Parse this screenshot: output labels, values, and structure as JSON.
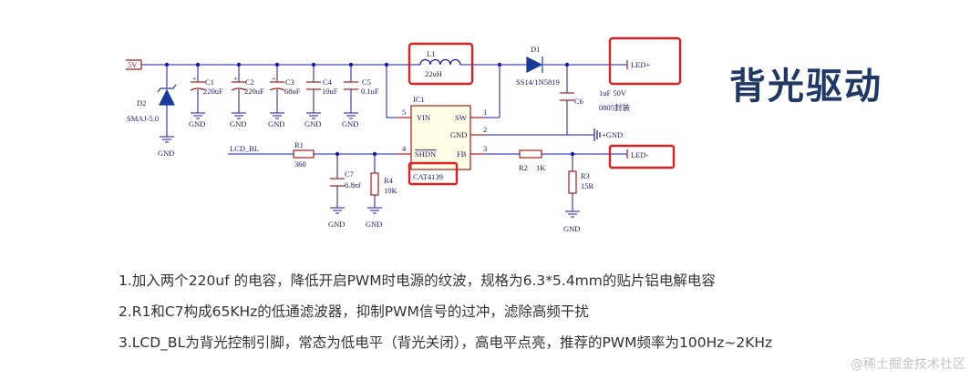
{
  "title": "背光驱动",
  "notes": [
    "1.加入两个220uf 的电容，降低开启PWM时电源的纹波，规格为6.3*5.4mm的贴片铝电解电容",
    "2.R1和C7构成65KHz的低通滤波器，抑制PWM信号的过冲，滤除高频干扰",
    "3.LCD_BL为背光控制引脚，常态为低电平（背光关闭），高电平点亮，推荐的PWM频率为100Hz~2KHz"
  ],
  "watermark": "@稀土掘金技术社区",
  "schematic": {
    "net_5v": "5V",
    "gnd": "GND",
    "d2": {
      "ref": "D2",
      "value": "SMAJ-5.0"
    },
    "c1": {
      "ref": "C1",
      "value": "220uF"
    },
    "c2": {
      "ref": "C2",
      "value": "220uF"
    },
    "c3": {
      "ref": "C3",
      "value": "68uF"
    },
    "c4": {
      "ref": "C4",
      "value": "10uF"
    },
    "c5": {
      "ref": "C5",
      "value": "0.1uF"
    },
    "l1": {
      "ref": "L1",
      "value": "22uH"
    },
    "d1": {
      "ref": "D1",
      "value": "SS14/1N5819"
    },
    "c6": {
      "ref": "C6",
      "value": "1uF 50V",
      "note": "0805封装"
    },
    "led_plus": "LED+",
    "led_minus": "LED-",
    "plus_gnd": "+GND",
    "ic1": {
      "ref": "IC1",
      "part": "CAT4139",
      "pins": {
        "vin": "VIN",
        "sw": "SW",
        "gnd": "GND",
        "shdn": "SHDN",
        "fb": "FB"
      },
      "pin_numbers": {
        "vin": "5",
        "sw": "1",
        "gnd": "2",
        "shdn": "4",
        "fb": "3"
      }
    },
    "lcd_bl": "LCD_BL",
    "r1": {
      "ref": "R1",
      "value": "360"
    },
    "c7": {
      "ref": "C7",
      "value": "6.8nf"
    },
    "r4": {
      "ref": "R4",
      "value": "10K"
    },
    "r2": {
      "ref": "R2",
      "value": "1K"
    },
    "r3": {
      "ref": "R3",
      "value": "15R"
    }
  },
  "colors": {
    "wire": "#1a1aaa",
    "component": "#aa1a1a",
    "highlight": "#e02020",
    "title": "#1f3864",
    "note_text": "#333333"
  }
}
